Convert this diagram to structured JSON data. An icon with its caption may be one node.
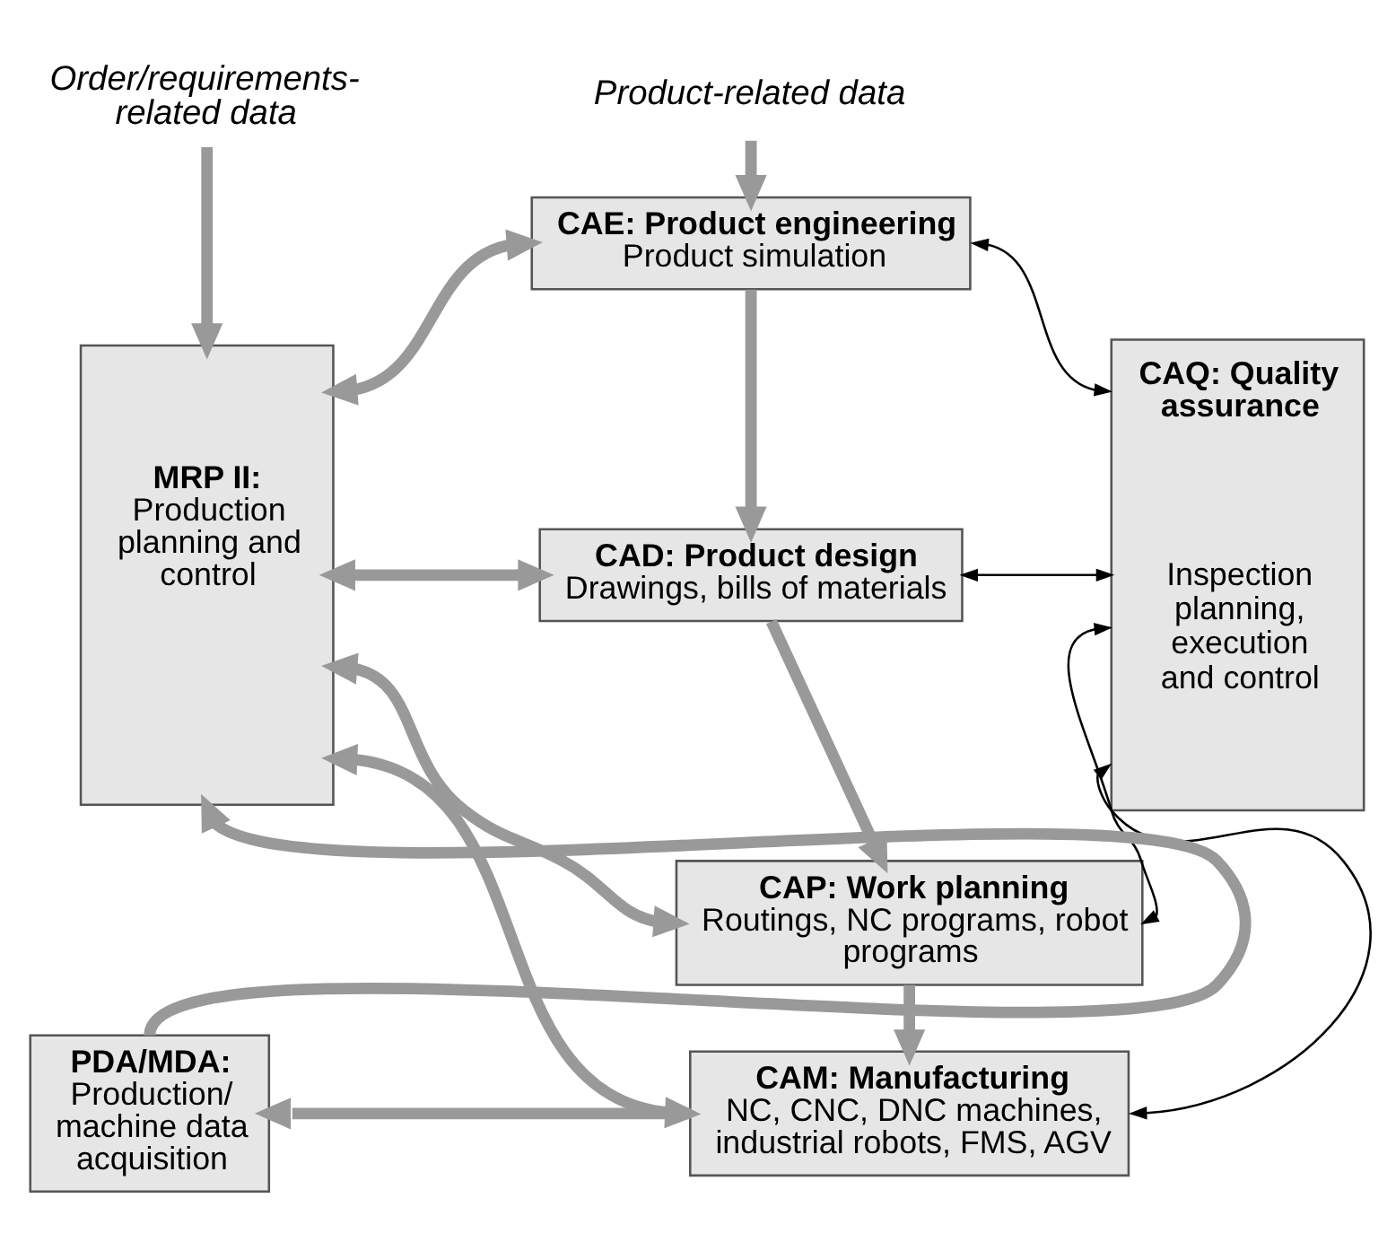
{
  "diagram": {
    "nodes": [
      {
        "text": [
          "Order/requirements-related data"
        ]
      },
      {
        "text": [
          "Product-related data"
        ]
      },
      {
        "text": [
          "MRP II:",
          "Production planning and control"
        ]
      },
      {
        "text": [
          "CAE: Product engineering",
          "Product simulation"
        ]
      },
      {
        "text": [
          "CAD: Product design",
          "Drawings, bills of materials"
        ]
      },
      {
        "text": [
          "CAP: Work planning",
          "Routings, NC programs, robot programs"
        ]
      },
      {
        "text": [
          "CAM: Manufacturing",
          "NC, CNC, DNC machines, industrial robots, FMS, AGV"
        ]
      },
      {
        "text": [
          "CAQ: Quality assurance",
          "Inspection planning, execution and control"
        ]
      },
      {
        "text": [
          "PDA/MDA:",
          "Production/ machine data acquisition"
        ]
      }
    ],
    "edges": [
      {
        "from": 0,
        "to": 2,
        "arrow": "to"
      },
      {
        "from": 1,
        "to": 3,
        "arrow": "to"
      },
      {
        "from": 3,
        "to": 4,
        "arrow": "to"
      },
      {
        "from": 4,
        "to": 5,
        "arrow": "to"
      },
      {
        "from": 5,
        "to": 6,
        "arrow": "to"
      },
      {
        "from": 2,
        "to": 3,
        "arrow": "both"
      },
      {
        "from": 2,
        "to": 4,
        "arrow": "both"
      },
      {
        "from": 2,
        "to": 5,
        "arrow": "both"
      },
      {
        "from": 2,
        "to": 6,
        "arrow": "both"
      },
      {
        "from": 6,
        "to": 8,
        "arrow": "to"
      },
      {
        "from": 8,
        "to": 2,
        "arrow": "to"
      },
      {
        "from": 3,
        "to": 7,
        "arrow": "both",
        "color": "#000000"
      },
      {
        "from": 4,
        "to": 7,
        "arrow": "both",
        "color": "#000000"
      },
      {
        "from": 5,
        "to": 7,
        "arrow": "both",
        "color": "#000000"
      },
      {
        "from": 6,
        "to": 7,
        "arrow": "both",
        "color": "#000000"
      }
    ]
  }
}
